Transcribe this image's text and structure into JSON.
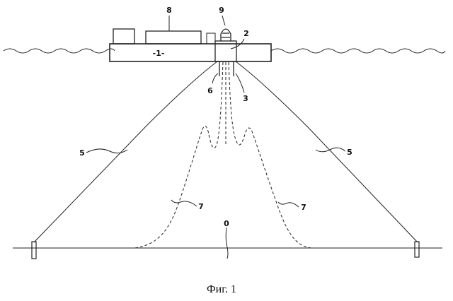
{
  "figure": {
    "caption": "Фиг. 1",
    "labels": {
      "vessel": "-1-",
      "l8": "8",
      "l9": "9",
      "l2": "2",
      "l6": "6",
      "l3": "3",
      "l5_left": "5",
      "l5_right": "5",
      "l7_left": "7",
      "l7_right": "7",
      "l0": "0"
    }
  }
}
